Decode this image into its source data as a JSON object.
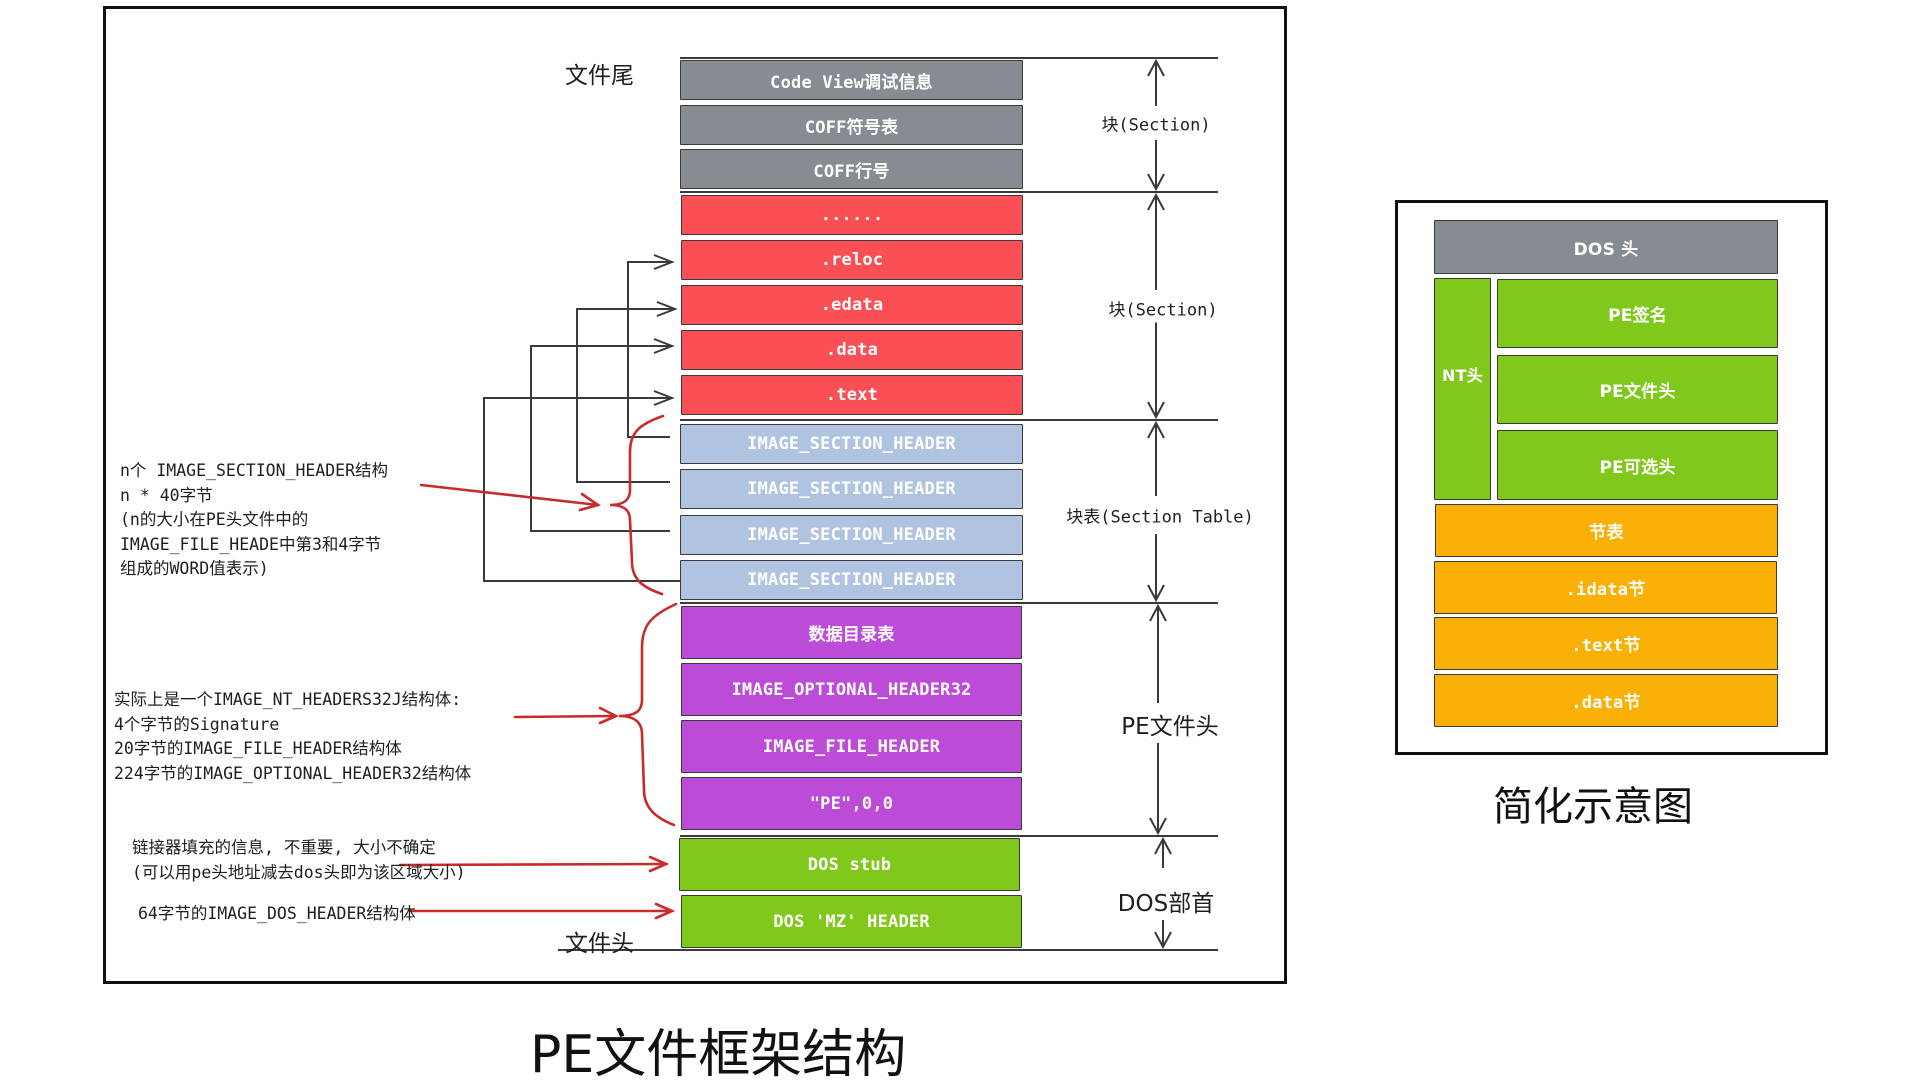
{
  "main_diagram": {
    "caption": "PE文件框架结构",
    "tail_label": "文件尾",
    "head_label": "文件头",
    "blocks": [
      {
        "label": "Code View调试信息",
        "group": "tail_sections",
        "color": "#878c92"
      },
      {
        "label": "COFF符号表",
        "group": "tail_sections",
        "color": "#878c92"
      },
      {
        "label": "COFF行号",
        "group": "tail_sections",
        "color": "#878c92"
      },
      {
        "label": "......",
        "group": "sections",
        "color": "#f94f55"
      },
      {
        "label": ".reloc",
        "group": "sections",
        "color": "#f94f55"
      },
      {
        "label": ".edata",
        "group": "sections",
        "color": "#f94f55"
      },
      {
        "label": ".data",
        "group": "sections",
        "color": "#f94f55"
      },
      {
        "label": ".text",
        "group": "sections",
        "color": "#f94f55"
      },
      {
        "label": "IMAGE_SECTION_HEADER",
        "group": "section_table",
        "color": "#b0c4e2"
      },
      {
        "label": "IMAGE_SECTION_HEADER",
        "group": "section_table",
        "color": "#b0c4e2"
      },
      {
        "label": "IMAGE_SECTION_HEADER",
        "group": "section_table",
        "color": "#b0c4e2"
      },
      {
        "label": "IMAGE_SECTION_HEADER",
        "group": "section_table",
        "color": "#b0c4e2"
      },
      {
        "label": "数据目录表",
        "group": "pe_header",
        "color": "#bc4bd8"
      },
      {
        "label": "IMAGE_OPTIONAL_HEADER32",
        "group": "pe_header",
        "color": "#bc4bd8"
      },
      {
        "label": "IMAGE_FILE_HEADER",
        "group": "pe_header",
        "color": "#bc4bd8"
      },
      {
        "label": "\"PE\",0,0",
        "group": "pe_header",
        "color": "#bc4bd8"
      },
      {
        "label": "DOS stub",
        "group": "dos",
        "color": "#80c91c"
      },
      {
        "label": "DOS 'MZ' HEADER",
        "group": "dos",
        "color": "#80c91c"
      }
    ],
    "region_labels": [
      "块(Section)",
      "块(Section)",
      "块表(Section Table)",
      "PE文件头",
      "DOS部首"
    ],
    "notes": {
      "section_table": [
        "n个 IMAGE_SECTION_HEADER结构",
        "n * 40字节",
        "(n的大小在PE头文件中的",
        "IMAGE_FILE_HEADE中第3和4字节",
        "组成的WORD值表示)"
      ],
      "nt_headers": [
        "实际上是一个IMAGE_NT_HEADERS32J结构体:",
        "4个字节的Signature",
        "20字节的IMAGE_FILE_HEADER结构体",
        "224字节的IMAGE_OPTIONAL_HEADER32结构体"
      ],
      "dos_stub": [
        "链接器填充的信息, 不重要, 大小不确定",
        "(可以用pe头地址减去dos头即为该区域大小)"
      ],
      "dos_header": [
        "64字节的IMAGE_DOS_HEADER结构体"
      ]
    },
    "colors": {
      "line": "#3a3a3a",
      "annotation_red": "#c92a2a"
    }
  },
  "simplified_diagram": {
    "caption": "简化示意图",
    "dos_header": {
      "label": "DOS 头",
      "color": "#878c92"
    },
    "nt_header": {
      "label": "NT头",
      "color": "#80c91c"
    },
    "nt_children": [
      {
        "label": "PE签名"
      },
      {
        "label": "PE文件头"
      },
      {
        "label": "PE可选头"
      }
    ],
    "sections": [
      {
        "label": "节表"
      },
      {
        "label": ".idata节"
      },
      {
        "label": ".text节"
      },
      {
        "label": ".data节"
      }
    ],
    "section_color": "#fab005"
  }
}
